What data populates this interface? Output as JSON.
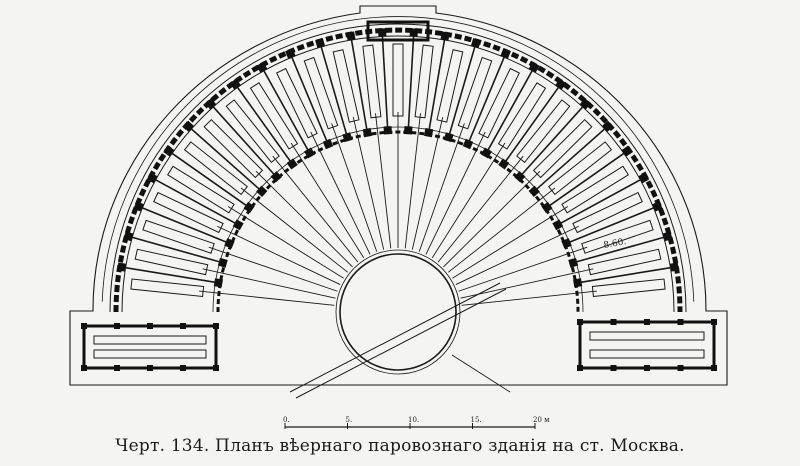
{
  "figure": {
    "caption": "Черт. 134. Планъ вѣернаго паровознаго зданія на ст. Москва.",
    "dimension_label": "8.60.",
    "scale_bar": {
      "labels": [
        "0.",
        "5.",
        "10.",
        "15.",
        "20 м"
      ]
    },
    "colors": {
      "ink": "#1a1a1a",
      "paper": "#f4f4f2",
      "wall": "#111111"
    }
  }
}
